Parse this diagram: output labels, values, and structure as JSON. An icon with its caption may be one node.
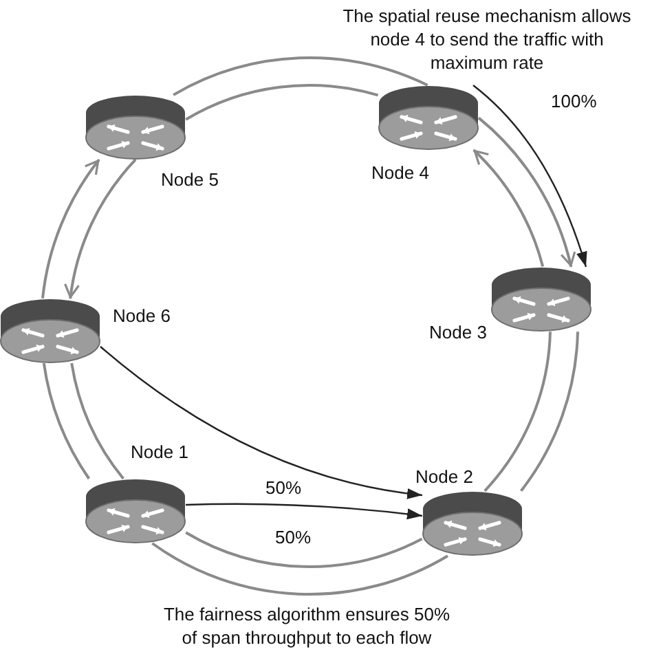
{
  "diagram": {
    "nodes": [
      {
        "text": [
          "Node 1"
        ]
      },
      {
        "text": [
          "Node 2"
        ]
      },
      {
        "text": [
          "Node 3"
        ]
      },
      {
        "text": [
          "Node 4"
        ]
      },
      {
        "text": [
          "Node 5"
        ]
      },
      {
        "text": [
          "Node 6"
        ]
      }
    ],
    "edges": [
      {
        "from": 0,
        "to": 1,
        "arrow": "none"
      },
      {
        "from": 0,
        "to": 1,
        "arrow": "none"
      },
      {
        "from": 1,
        "to": 2,
        "arrow": "none"
      },
      {
        "from": 1,
        "to": 2,
        "arrow": "none"
      },
      {
        "from": 3,
        "to": 2,
        "arrow": "to"
      },
      {
        "from": 2,
        "to": 3,
        "arrow": "to"
      },
      {
        "from": 3,
        "to": 4,
        "arrow": "none"
      },
      {
        "from": 3,
        "to": 4,
        "arrow": "none"
      },
      {
        "from": 5,
        "to": 4,
        "arrow": "to"
      },
      {
        "from": 4,
        "to": 5,
        "arrow": "to"
      },
      {
        "from": 5,
        "to": 0,
        "arrow": "none"
      },
      {
        "from": 5,
        "to": 0,
        "arrow": "none"
      },
      {
        "from": 3,
        "to": 2,
        "arrow": "to",
        "label": "100%",
        "color": "#222222"
      },
      {
        "from": 5,
        "to": 1,
        "arrow": "to",
        "label": "50%",
        "color": "#222222"
      },
      {
        "from": 0,
        "to": 1,
        "arrow": "to",
        "label": "50%",
        "color": "#222222"
      }
    ],
    "labels": [
      "The spatial reuse mechanism allows node 4 to send the traffic with maximum rate",
      "The fairness algorithm ensures 50% of span throughput to each flow"
    ]
  }
}
